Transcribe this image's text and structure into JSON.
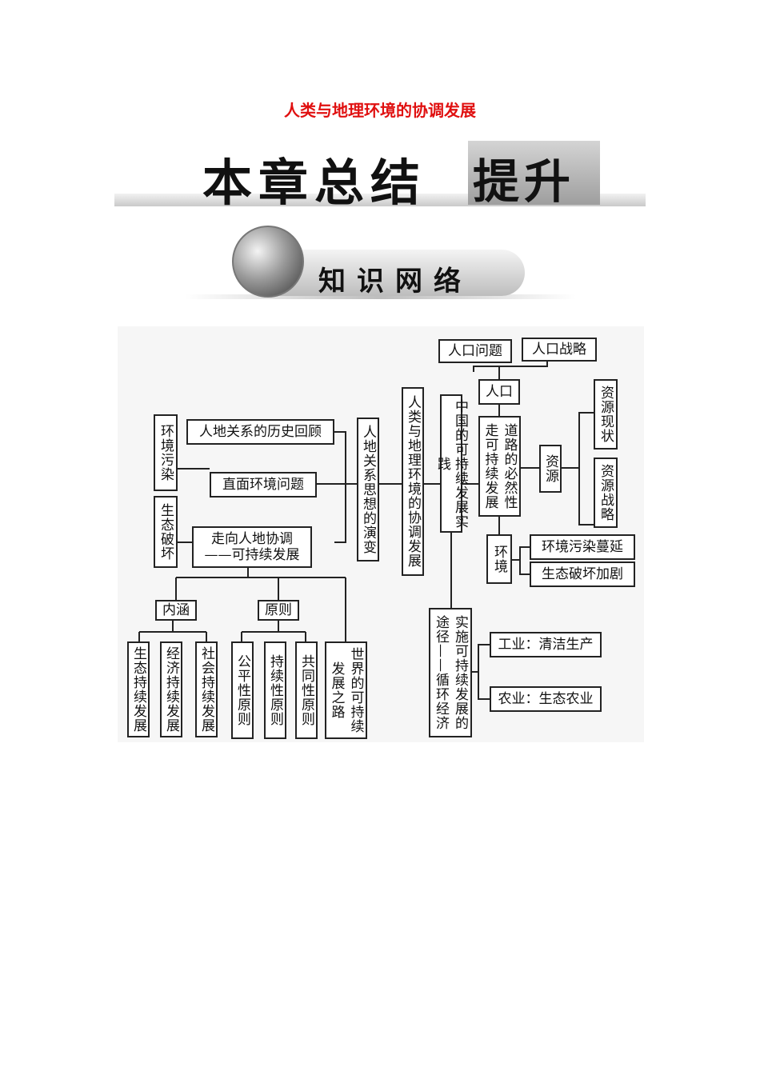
{
  "doc_title": "人类与地理环境的协调发展",
  "banner": {
    "main": "本章总结",
    "box": "提升"
  },
  "subbanner": {
    "label": "知识网络"
  },
  "nodes": {
    "env_pollution": "环境污染",
    "eco_damage": "生态破坏",
    "history_review": "人地关系的历史回顾",
    "face_env": "直面环境问题",
    "toward_line1": "走向人地协调",
    "toward_line2": "——可持续发展",
    "thought_evolution": "人地关系思想的演变",
    "root": "人类与地理环境的协调发展",
    "china_practice": "中国的可持续发展实践",
    "pop_problem": "人口问题",
    "pop_strategy": "人口战略",
    "population": "人口",
    "necessity_col1": "走可持续发展",
    "necessity_col2": "道路的必然性",
    "resources": "资源",
    "res_status": "资源现状",
    "res_strategy": "资源战略",
    "environment": "环境",
    "pollution_spread": "环境污染蔓延",
    "eco_worsen": "生态破坏加剧",
    "connotation": "内涵",
    "principle": "原则",
    "eco_sustain": "生态持续发展",
    "econ_sustain": "经济持续发展",
    "social_sustain": "社会持续发展",
    "fair": "公平性原则",
    "continuity": "持续性原则",
    "common": "共同性原则",
    "world_col1": "发展之路",
    "world_col2": "世界的可持续",
    "ways_col1": "途径——循环经济",
    "ways_col2": "实施可持续发展的",
    "industry": "工业：清洁生产",
    "agriculture": "农业：生态农业"
  }
}
